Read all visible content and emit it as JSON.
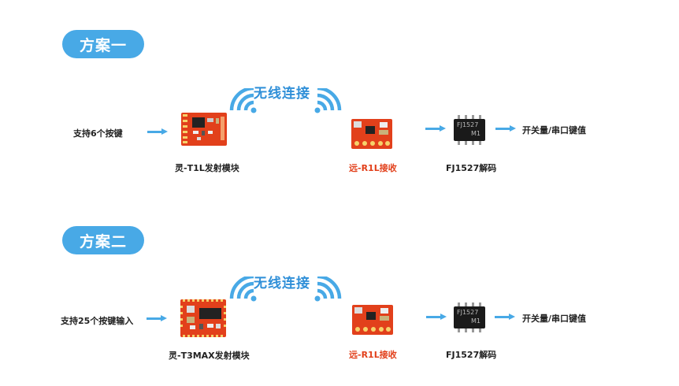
{
  "scheme1": {
    "title": "方案一",
    "input_label": "支持6个按键",
    "transmitter_label": "灵-T1L发射模块",
    "wireless_label": "无线连接",
    "receiver_label": "远-R1L接收",
    "decoder_label": "FJ1527解码",
    "chip_text_line1": "FJ1527",
    "chip_text_line2": "M1",
    "output_label": "开关量/串口键值"
  },
  "scheme2": {
    "title": "方案二",
    "input_label": "支持25个按键输入",
    "transmitter_label": "灵-T3MAX发射模块",
    "wireless_label": "无线连接",
    "receiver_label": "远-R1L接收",
    "decoder_label": "FJ1527解码",
    "chip_text_line1": "FJ1527",
    "chip_text_line2": "M1",
    "output_label": "开关量/串口键值"
  },
  "colors": {
    "accent_blue": "#48a9e6",
    "module_red": "#e2401b",
    "chip_black": "#1a1a1a"
  }
}
